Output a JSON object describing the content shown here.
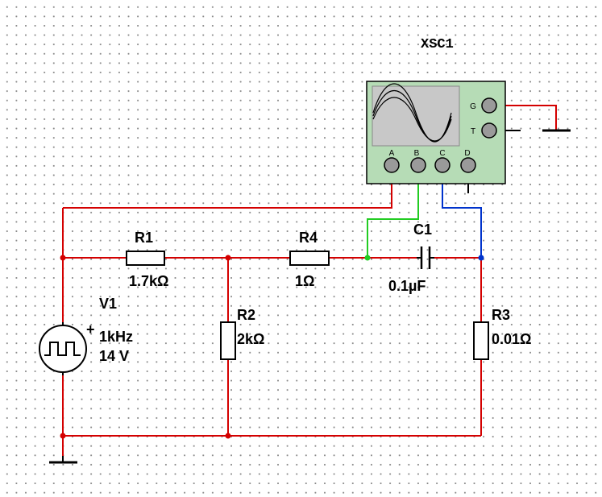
{
  "oscilloscope": {
    "name": "XSC1",
    "channels": [
      "A",
      "B",
      "C",
      "D"
    ],
    "aux_terminals": [
      "G",
      "T"
    ]
  },
  "components": {
    "v1": {
      "name": "V1",
      "frequency": "1kHz",
      "voltage": "14 V",
      "polarity": "+"
    },
    "r1": {
      "name": "R1",
      "value": "1.7kΩ"
    },
    "r2": {
      "name": "R2",
      "value": "2kΩ"
    },
    "r3": {
      "name": "R3",
      "value": "0.01Ω"
    },
    "r4": {
      "name": "R4",
      "value": "1Ω"
    },
    "c1": {
      "name": "C1",
      "value": "0.1µF"
    }
  },
  "colors": {
    "wire_red": "#d40000",
    "wire_green": "#22cc22",
    "wire_blue": "#0033cc",
    "scope_body": "#b6dcb6",
    "scope_screen": "#c8c8c8",
    "terminal": "#9a9a9a"
  }
}
